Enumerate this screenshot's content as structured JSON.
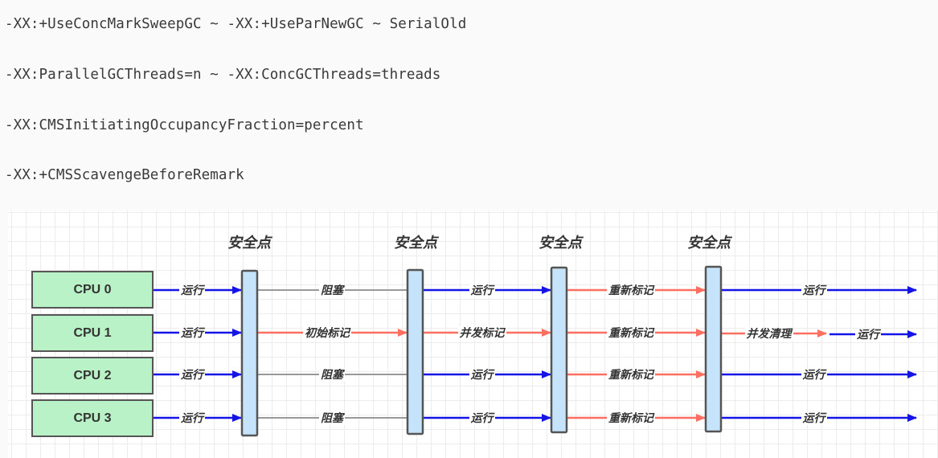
{
  "flags": [
    "-XX:+UseConcMarkSweepGC ~ -XX:+UseParNewGC ~ SerialOld",
    "-XX:ParallelGCThreads=n ~ -XX:ConcGCThreads=threads",
    "-XX:CMSInitiatingOccupancyFraction=percent",
    "-XX:+CMSScavengeBeforeRemark"
  ],
  "diagram": {
    "safepoint_label": "安全点",
    "cpus": [
      "CPU 0",
      "CPU 1",
      "CPU 2",
      "CPU 3"
    ],
    "colors": {
      "run": "#1414e6",
      "gc": "#ff6f61",
      "block": "#999999",
      "cpu_fill": "#b9f2c6",
      "safepoint_fill": "#c5e3fa",
      "border": "#555555"
    },
    "phases": [
      {
        "name": "before-safepoint-1",
        "segments": [
          {
            "label": "运行",
            "kind": "run"
          },
          {
            "label": "运行",
            "kind": "run"
          },
          {
            "label": "运行",
            "kind": "run"
          },
          {
            "label": "运行",
            "kind": "run"
          }
        ]
      },
      {
        "name": "safepoint-1-to-2",
        "segments": [
          {
            "label": "阻塞",
            "kind": "block"
          },
          {
            "label": "初始标记",
            "kind": "gc"
          },
          {
            "label": "阻塞",
            "kind": "block"
          },
          {
            "label": "阻塞",
            "kind": "block"
          }
        ]
      },
      {
        "name": "safepoint-2-to-3",
        "segments": [
          {
            "label": "运行",
            "kind": "run"
          },
          {
            "label": "并发标记",
            "kind": "gc"
          },
          {
            "label": "运行",
            "kind": "run"
          },
          {
            "label": "运行",
            "kind": "run"
          }
        ]
      },
      {
        "name": "safepoint-3-to-4",
        "segments": [
          {
            "label": "重新标记",
            "kind": "gc"
          },
          {
            "label": "重新标记",
            "kind": "gc"
          },
          {
            "label": "重新标记",
            "kind": "gc"
          },
          {
            "label": "重新标记",
            "kind": "gc"
          }
        ]
      },
      {
        "name": "after-safepoint-4",
        "segments": [
          {
            "label": "运行",
            "kind": "run"
          },
          {
            "label": "并发清理",
            "kind": "gc",
            "then": {
              "label": "运行",
              "kind": "run"
            }
          },
          {
            "label": "运行",
            "kind": "run"
          },
          {
            "label": "运行",
            "kind": "run"
          }
        ]
      }
    ]
  }
}
